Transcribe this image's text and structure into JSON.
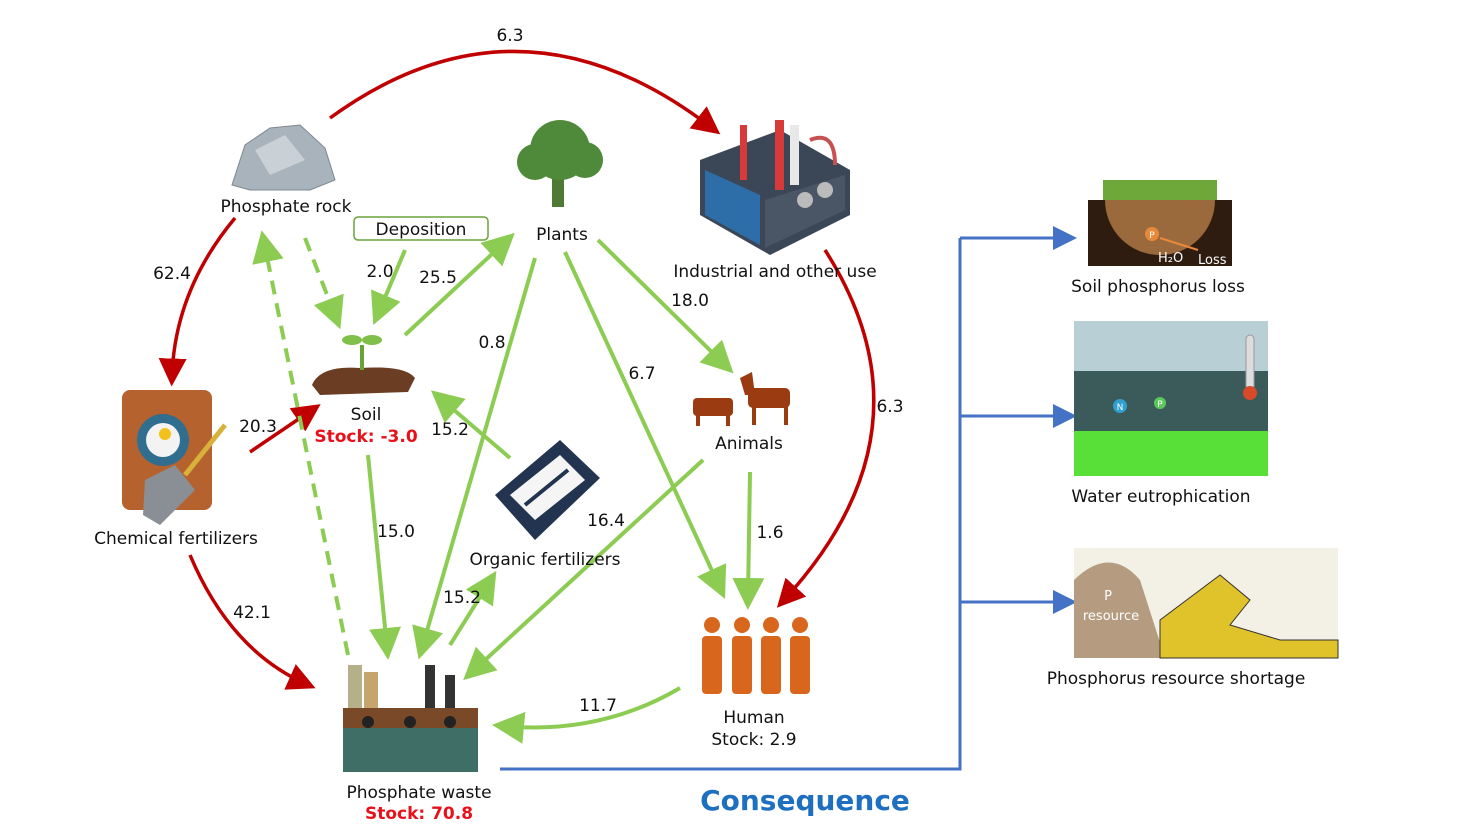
{
  "colors": {
    "red_flow": "#c00000",
    "green_flow": "#8ccc52",
    "blue_flow": "#4472c4",
    "stock_red": "#e8101a",
    "consequence": "#1f6fc0"
  },
  "nodes": {
    "phosphate_rock": {
      "label": "Phosphate rock",
      "icon": "rock-icon"
    },
    "deposition": {
      "label": "Deposition"
    },
    "plants": {
      "label": "Plants",
      "icon": "tree-icon"
    },
    "industrial": {
      "label": "Industrial and other use",
      "icon": "factory-icon"
    },
    "soil": {
      "label": "Soil",
      "stock": "Stock: -3.0",
      "icon": "seedling-icon"
    },
    "chemical_fertilizers": {
      "label": "Chemical fertilizers",
      "icon": "fertilizer-bag-icon"
    },
    "organic_fertilizers": {
      "label": "Organic fertilizers",
      "icon": "organic-fertilizer-bag-icon"
    },
    "animals": {
      "label": "Animals",
      "icon": "livestock-icon"
    },
    "human": {
      "label": "Human",
      "stock": "Stock: 2.9",
      "icon": "people-icon"
    },
    "phosphate_waste": {
      "label": "Phosphate waste",
      "stock": "Stock: 70.8",
      "icon": "waste-plant-icon"
    }
  },
  "flows": [
    {
      "from": "Phosphate rock",
      "to": "Industrial and other use",
      "value": "6.3",
      "type": "red"
    },
    {
      "from": "Phosphate rock",
      "to": "Chemical fertilizers",
      "value": "62.4",
      "type": "red"
    },
    {
      "from": "Chemical fertilizers",
      "to": "Soil",
      "value": "20.3",
      "type": "red"
    },
    {
      "from": "Chemical fertilizers",
      "to": "Phosphate waste",
      "value": "42.1",
      "type": "red"
    },
    {
      "from": "Industrial and other use",
      "to": "Human",
      "value": "6.3",
      "type": "red"
    },
    {
      "from": "Deposition",
      "to": "Soil",
      "value": "2.0",
      "type": "green"
    },
    {
      "from": "Soil",
      "to": "Plants",
      "value": "25.5",
      "type": "green"
    },
    {
      "from": "Plants",
      "to": "Phosphate waste",
      "value": "0.8",
      "type": "green"
    },
    {
      "from": "Plants",
      "to": "Human",
      "value": "6.7",
      "type": "green"
    },
    {
      "from": "Plants",
      "to": "Animals",
      "value": "18.0",
      "type": "green"
    },
    {
      "from": "Organic fertilizers",
      "to": "Soil",
      "value": "15.2",
      "type": "green"
    },
    {
      "from": "Soil",
      "to": "Phosphate waste",
      "value": "15.0",
      "type": "green"
    },
    {
      "from": "Phosphate waste",
      "to": "Organic fertilizers",
      "value": "15.2",
      "type": "green"
    },
    {
      "from": "Animals",
      "to": "Phosphate waste",
      "value": "16.4",
      "type": "green"
    },
    {
      "from": "Animals",
      "to": "Human",
      "value": "1.6",
      "type": "green"
    },
    {
      "from": "Human",
      "to": "Phosphate waste",
      "value": "11.7",
      "type": "green"
    },
    {
      "from": "Phosphate rock",
      "to": "Soil",
      "value": "",
      "type": "green-dashed"
    },
    {
      "from": "Phosphate waste",
      "to": "Phosphate rock",
      "value": "",
      "type": "green-dashed"
    }
  ],
  "consequence": {
    "title": "Consequence",
    "items": [
      {
        "label": "Soil phosphorus loss",
        "image_text": [
          "P",
          "H₂O",
          "Loss"
        ]
      },
      {
        "label": "Water eutrophication",
        "image_text": [
          "N",
          "P"
        ]
      },
      {
        "label": "Phosphorus resource shortage",
        "image_text": [
          "P",
          "resource"
        ]
      }
    ]
  }
}
